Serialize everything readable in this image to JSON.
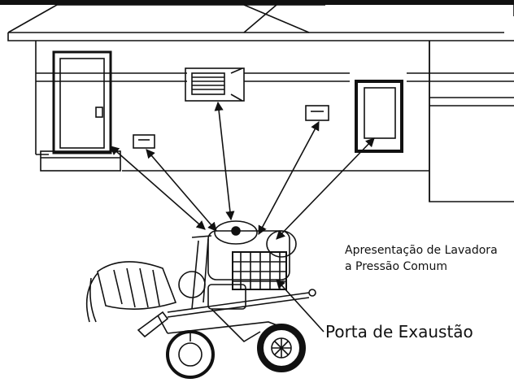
{
  "caption": {
    "line1": "Apresentação de Lavadora",
    "line2": "a Pressão Comum"
  },
  "callout_label": "Porta de Exaustão",
  "colors": {
    "line": "#111111",
    "background": "#ffffff"
  }
}
